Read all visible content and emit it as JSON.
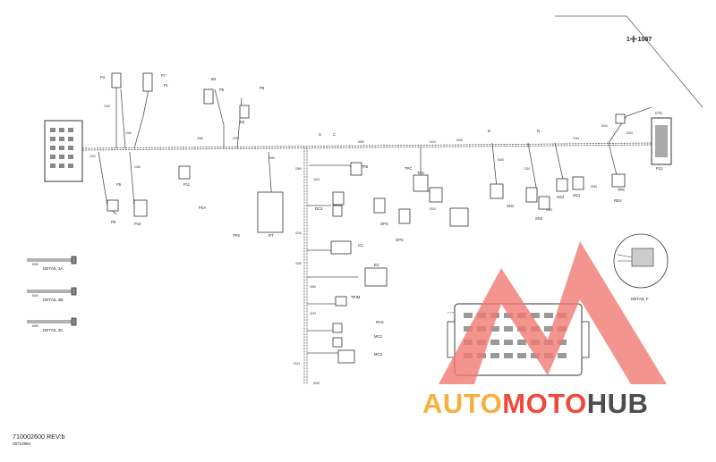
{
  "diagram": {
    "part_reference": "1➕1087",
    "document_number": "710002600 REV:b",
    "document_sub": "28710984",
    "detail_labels": [
      "DETAIL 3A",
      "DETAIL 3B",
      "DETAIL 3C",
      "DETAIL F"
    ],
    "component_codes": [
      "P4",
      "P7",
      "P5",
      "P6",
      "P8",
      "P9",
      "P10",
      "P11",
      "P12",
      "TPS",
      "PSA",
      "B3",
      "B4",
      "RT",
      "S",
      "C",
      "D",
      "N",
      "TPB",
      "TPC",
      "OPS",
      "DPS",
      "DC3",
      "TAS",
      "CT1",
      "CC",
      "EC",
      "TRIM",
      "MC2",
      "MC3",
      "RAS",
      "SN1",
      "SN2",
      "SG2",
      "SG1",
      "REV",
      "TPK",
      "F1"
    ],
    "wire_codes": [
      "1010",
      "1020",
      "1030",
      "1040",
      "2060",
      "2070",
      "2080",
      "2090",
      "2100",
      "4010",
      "4030",
      "4050",
      "4070",
      "5010",
      "5030",
      "5050",
      "6010",
      "6020",
      "6040",
      "7020",
      "7040",
      "8010",
      "8020",
      "8030",
      "8040",
      "8050",
      "9010",
      "9020",
      "9030"
    ],
    "watermark": {
      "auto": "AUTO",
      "moto": "MOTO",
      "hub": "HUB"
    },
    "colors": {
      "auto": "#f6b040",
      "moto": "#ef4a3c",
      "hub": "#4d4d4d",
      "logo_fill": "#f07a72"
    }
  }
}
